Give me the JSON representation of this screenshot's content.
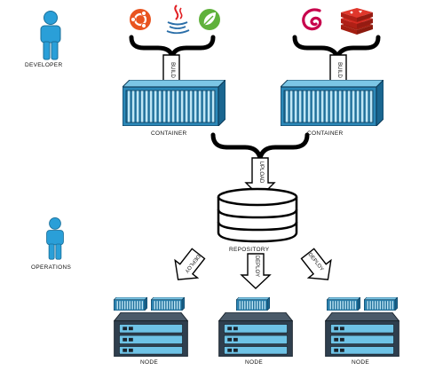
{
  "roles": {
    "developer": "DEVELOPER",
    "operations": "OPERATIONS"
  },
  "containers": [
    {
      "label": "CONTAINER",
      "sources": [
        "ubuntu-logo",
        "java-logo",
        "spring-logo"
      ]
    },
    {
      "label": "CONTAINER",
      "sources": [
        "debian-logo",
        "redis-logo"
      ]
    }
  ],
  "repository": {
    "label": "REPOSITORY"
  },
  "arrows": {
    "build": "BUILD",
    "upload": "UPLOAD",
    "deploy": "DEPLOY"
  },
  "nodes": [
    "NODE",
    "NODE",
    "NODE"
  ],
  "colors": {
    "person": "#2a9fd8",
    "container_body": "#2b88b8",
    "container_rib": "#bfe6f5",
    "server_body": "#2f3f4e",
    "server_drive": "#6ec3e6",
    "ubuntu": "#e95420",
    "java_red": "#e11e22",
    "java_blue": "#2a6ea8",
    "spring": "#5fb13b",
    "debian": "#c7004c",
    "redis": "#d62b22"
  }
}
